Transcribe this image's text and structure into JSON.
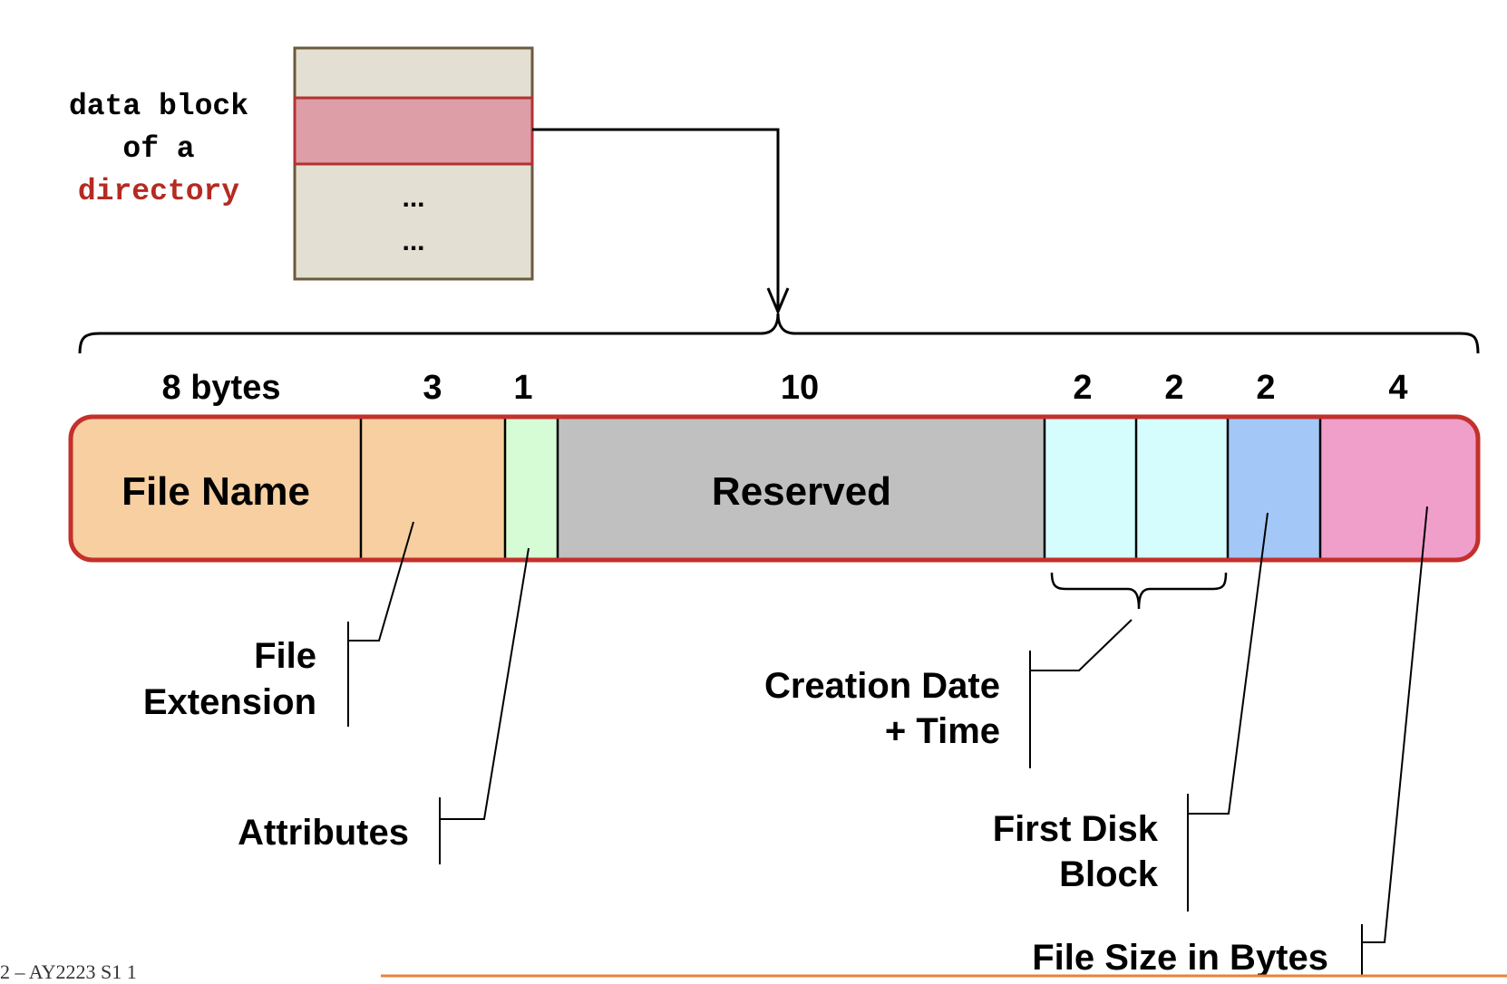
{
  "directory_block": {
    "label_lines": [
      "data block",
      "of a",
      "directory"
    ],
    "ellipsis_1": "...",
    "ellipsis_2": "..."
  },
  "entry": {
    "fields": [
      {
        "name": "file-name",
        "size": "8 bytes",
        "label": "File Name"
      },
      {
        "name": "file-extension",
        "size": "3",
        "label": ""
      },
      {
        "name": "attributes",
        "size": "1",
        "label": ""
      },
      {
        "name": "reserved",
        "size": "10",
        "label": "Reserved"
      },
      {
        "name": "creation-date",
        "size": "2",
        "label": ""
      },
      {
        "name": "creation-time",
        "size": "2",
        "label": ""
      },
      {
        "name": "first-disk-block",
        "size": "2",
        "label": ""
      },
      {
        "name": "file-size",
        "size": "4",
        "label": ""
      }
    ]
  },
  "callouts": {
    "file_extension": [
      "File",
      "Extension"
    ],
    "attributes": "Attributes",
    "creation": [
      "Creation Date",
      "+ Time"
    ],
    "first_disk_block": [
      "First Disk",
      "Block"
    ],
    "file_size": "File Size in Bytes"
  },
  "footer": {
    "text": "2 – AY2223 S1 1"
  },
  "colors": {
    "block_fill": "#e3dfd2",
    "block_border": "#6b5a3c",
    "highlight_fill": "#dd9ea7",
    "highlight_border": "#b33232",
    "directory_red": "#b52a22",
    "orange": "#f7cfa1",
    "green": "#d5fcd5",
    "gray": "#c0c0c0",
    "cyan": "#d6fdfd",
    "blue": "#a3c8f7",
    "pink": "#f09fca",
    "footer_line": "#e8823a"
  }
}
